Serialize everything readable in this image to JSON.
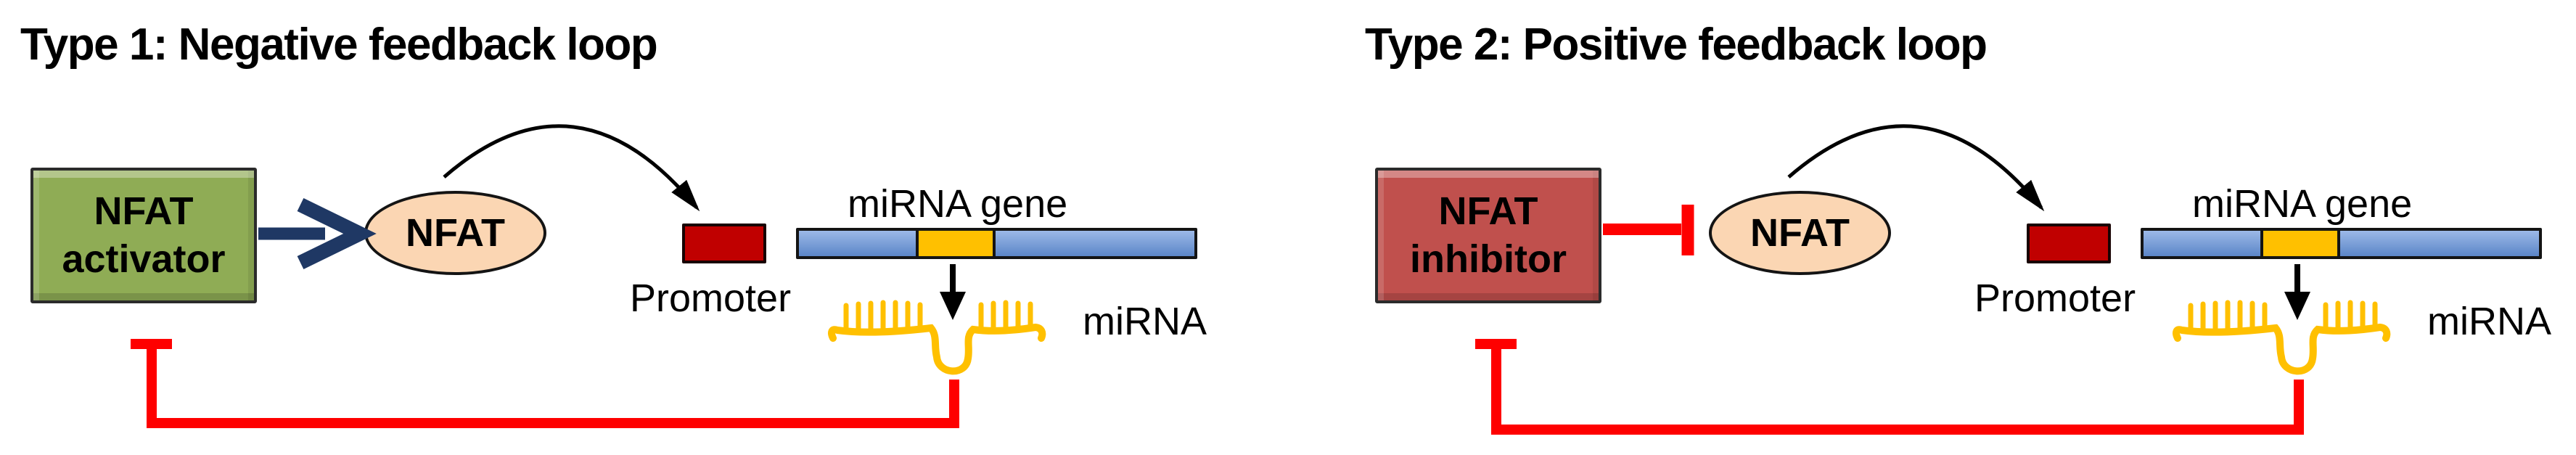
{
  "colors": {
    "activator_green": "#8fac55",
    "inhibitor_red": "#c0504d",
    "box_border": "#2b2b2b",
    "nfat_oval_fill": "#fbd6b3",
    "promoter_red": "#c00000",
    "gene_bar_blue_top": "#9cb9e7",
    "gene_bar_blue_bottom": "#5b86c8",
    "exon_yellow": "#ffc000",
    "mirna_yellow": "#ffc000",
    "feedback_red": "#fe0000",
    "activation_navy": "#1f3864",
    "ink_black": "#000000"
  },
  "panels": [
    {
      "title": "Type 1: Negative feedback loop",
      "regulator_line1": "NFAT",
      "regulator_line2": "activator",
      "nfat_label": "NFAT",
      "promoter_label": "Promoter",
      "gene_label": "miRNA gene",
      "mirna_label": "miRNA",
      "regulator_to_nfat_connector": "activation-arrow",
      "mirna_to_regulator_connector": "inhibition-bar"
    },
    {
      "title": "Type 2: Positive feedback loop",
      "regulator_line1": "NFAT",
      "regulator_line2": "inhibitor",
      "nfat_label": "NFAT",
      "promoter_label": "Promoter",
      "gene_label": "miRNA gene",
      "mirna_label": "miRNA",
      "regulator_to_nfat_connector": "inhibition-bar",
      "mirna_to_regulator_connector": "inhibition-bar"
    }
  ]
}
